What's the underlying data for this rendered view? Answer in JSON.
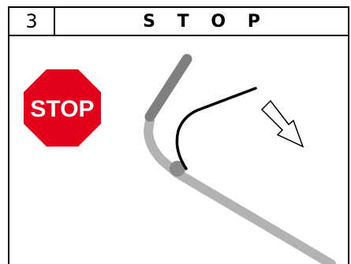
{
  "header": {
    "step_number": "3",
    "title": "S T O P"
  },
  "stop_sign": {
    "label": "STOP",
    "color": "#e2001a"
  },
  "colors": {
    "outline": "#000000",
    "stick_dark": "#7f7f7f",
    "stick_light": "#b3b3b3",
    "pivot": "#8a8a8a"
  },
  "icons": [
    "stop-sign-icon",
    "direction-arrow-icon"
  ]
}
